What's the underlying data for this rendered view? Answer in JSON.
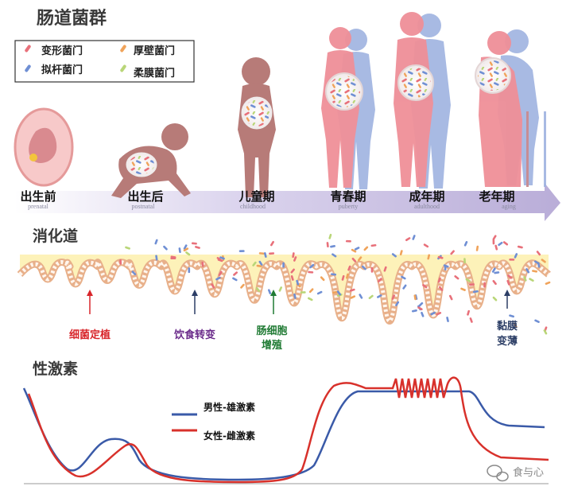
{
  "section1": {
    "title": "肠道菌群",
    "legend": {
      "items": [
        {
          "label": "变形菌门",
          "color": "#e8707a",
          "icon": "pill-red-icon"
        },
        {
          "label": "厚壁菌门",
          "color": "#f0a35a",
          "icon": "pill-orange-icon"
        },
        {
          "label": "拟杆菌门",
          "color": "#6f8fd4",
          "icon": "pill-blue-icon"
        },
        {
          "label": "柔膜菌门",
          "color": "#b9d678",
          "icon": "pill-green-icon"
        }
      ]
    },
    "stages": [
      {
        "label": "出生前",
        "sub": "prenatal"
      },
      {
        "label": "出生后",
        "sub": "postnatal"
      },
      {
        "label": "儿童期",
        "sub": "childhood"
      },
      {
        "label": "青春期",
        "sub": "puberty"
      },
      {
        "label": "成年期",
        "sub": "adulthood"
      },
      {
        "label": "老年期",
        "sub": "aging"
      }
    ]
  },
  "section2": {
    "title": "消化道",
    "annotations": [
      {
        "label": "细菌定植",
        "color": "#d8262b"
      },
      {
        "label": "饮食转变",
        "color": "#6a2a8a"
      },
      {
        "label": "肠细胞",
        "label2": "增殖",
        "color": "#1f7a33"
      },
      {
        "label": "黏膜",
        "label2": "变薄",
        "color": "#2c3e66"
      }
    ]
  },
  "section3": {
    "title": "性激素",
    "legend": [
      {
        "label": "男性-雄激素",
        "color": "#3a5aa8"
      },
      {
        "label": "女性-雌激素",
        "color": "#d8312b"
      }
    ]
  },
  "watermark": {
    "text": "食与心"
  },
  "colors": {
    "arrow": "#c8bfe0",
    "body_pink": "#ef8f98",
    "body_blue": "#9fb3e0",
    "mucosa": "#fbe98a"
  }
}
